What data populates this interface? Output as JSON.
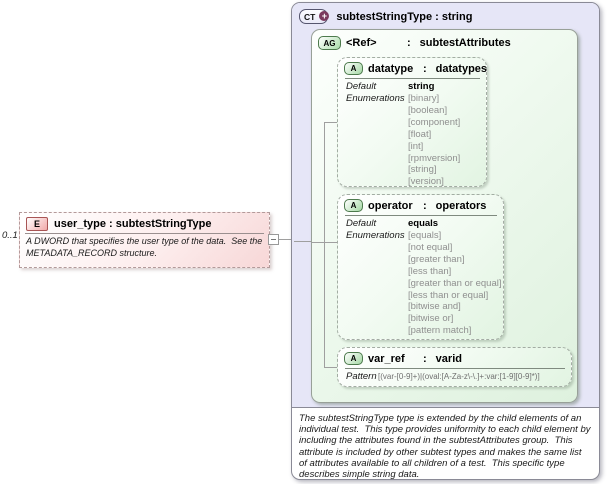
{
  "sep": ":",
  "element": {
    "cardinality": "0..1",
    "icon": "E",
    "title": "user_type : subtestStringType",
    "annotation": "A DWORD that specifies the user type of the data.  See the METADATA_RECORD structure."
  },
  "complex_type": {
    "icon": "CT",
    "icon_badge": "+",
    "title": "subtestStringType : string",
    "annotation": "The subtestStringType type is extended by the child elements of an individual test.  This type provides uniformity to each child element by including the attributes found in the subtestAttributes group.  This attribute is included by other subtest types and makes the same list of attributes available to all children of a test.  This specific type describes simple string data.",
    "attribute_group": {
      "icon": "AG",
      "name": "<Ref>",
      "type": "subtestAttributes",
      "attributes": [
        {
          "icon": "A",
          "name": "datatype",
          "type": "datatypes",
          "default_label": "Default",
          "default_value": "string",
          "enumerations_label": "Enumerations",
          "enumerations": [
            "[binary]",
            "[boolean]",
            "[component]",
            "[float]",
            "[int]",
            "[rpmversion]",
            "[string]",
            "[version]"
          ]
        },
        {
          "icon": "A",
          "name": "operator",
          "type": "operators",
          "default_label": "Default",
          "default_value": "equals",
          "enumerations_label": "Enumerations",
          "enumerations": [
            "[equals]",
            "[not equal]",
            "[greater than]",
            "[less than]",
            "[greater than or equal]",
            "[less than or equal]",
            "[bitwise and]",
            "[bitwise or]",
            "[pattern match]"
          ]
        },
        {
          "icon": "A",
          "name": "var_ref",
          "type": "varid",
          "pattern_label": "Pattern",
          "pattern_value": "[(var-[0-9]+)|(oval:[A-Za-z\\-\\.]+:var:[1-9][0-9]*)]"
        }
      ]
    }
  }
}
